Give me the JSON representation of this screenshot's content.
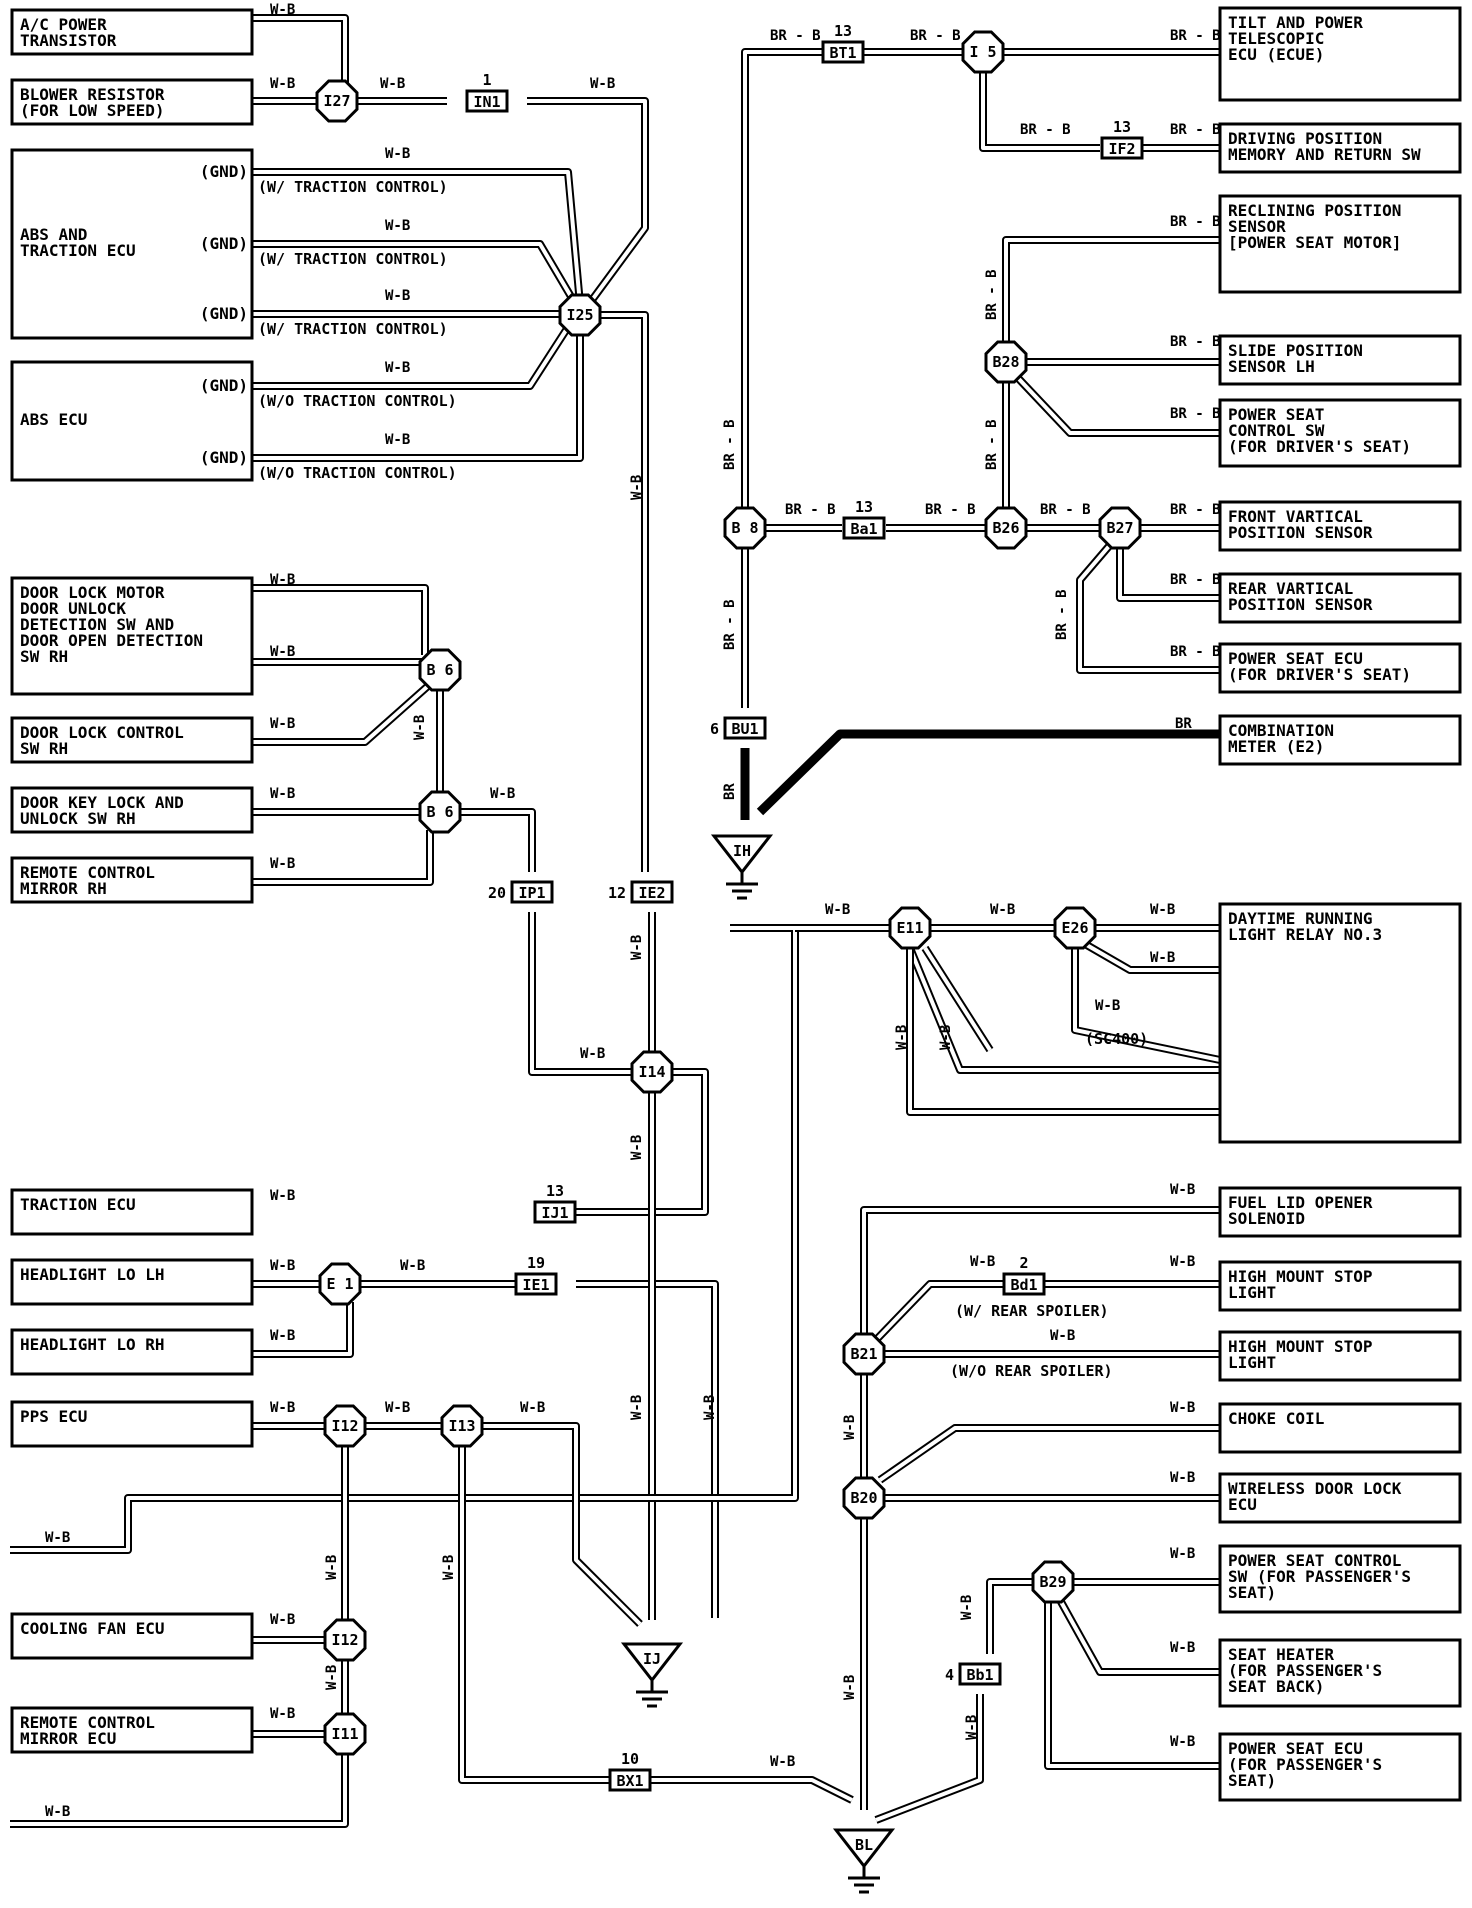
{
  "components": [
    {
      "id": "ac_power_transistor",
      "lines": [
        "A/C POWER",
        "TRANSISTOR"
      ],
      "pins": []
    },
    {
      "id": "blower_resistor",
      "lines": [
        "BLOWER RESISTOR",
        "(FOR LOW SPEED)"
      ],
      "pins": []
    },
    {
      "id": "abs_traction_ecu",
      "lines": [
        "ABS AND",
        "TRACTION ECU"
      ],
      "pins": [
        "(GND)",
        "(GND)",
        "(GND)"
      ]
    },
    {
      "id": "abs_ecu",
      "lines": [
        "ABS ECU"
      ],
      "pins": [
        "(GND)",
        "(GND)"
      ]
    },
    {
      "id": "door_lock_motor",
      "lines": [
        "DOOR LOCK MOTOR",
        "DOOR UNLOCK",
        "DETECTION SW AND",
        "DOOR OPEN DETECTION",
        "SW RH"
      ],
      "pins": []
    },
    {
      "id": "door_lock_control_sw",
      "lines": [
        "DOOR LOCK CONTROL",
        "SW RH"
      ],
      "pins": []
    },
    {
      "id": "door_key_lock_sw",
      "lines": [
        "DOOR KEY LOCK AND",
        "UNLOCK SW RH"
      ],
      "pins": []
    },
    {
      "id": "remote_control_mirror_rh",
      "lines": [
        "REMOTE CONTROL",
        "MIRROR RH"
      ],
      "pins": []
    },
    {
      "id": "traction_ecu",
      "lines": [
        "TRACTION ECU"
      ],
      "pins": []
    },
    {
      "id": "headlight_lo_lh",
      "lines": [
        "HEADLIGHT LO LH"
      ],
      "pins": []
    },
    {
      "id": "headlight_lo_rh",
      "lines": [
        "HEADLIGHT LO RH"
      ],
      "pins": []
    },
    {
      "id": "pps_ecu",
      "lines": [
        "PPS ECU"
      ],
      "pins": []
    },
    {
      "id": "cooling_fan_ecu",
      "lines": [
        "COOLING FAN ECU"
      ],
      "pins": []
    },
    {
      "id": "remote_control_mirror_ecu",
      "lines": [
        "REMOTE CONTROL",
        "MIRROR ECU"
      ],
      "pins": []
    },
    {
      "id": "tilt_telescopic_ecu",
      "lines": [
        "TILT AND POWER",
        "TELESCOPIC",
        "ECU (ECUE)"
      ],
      "pins": []
    },
    {
      "id": "driving_position_memory",
      "lines": [
        "DRIVING POSITION",
        "MEMORY AND RETURN SW"
      ],
      "pins": []
    },
    {
      "id": "reclining_position_sensor",
      "lines": [
        "RECLINING POSITION",
        "SENSOR",
        "[POWER SEAT MOTOR]"
      ],
      "pins": []
    },
    {
      "id": "slide_position_sensor",
      "lines": [
        "SLIDE POSITION",
        "SENSOR LH"
      ],
      "pins": []
    },
    {
      "id": "power_seat_control_sw_driver",
      "lines": [
        "POWER SEAT",
        "CONTROL SW",
        "(FOR DRIVER'S SEAT)"
      ],
      "pins": []
    },
    {
      "id": "front_vertical_sensor",
      "lines": [
        "FRONT VARTICAL",
        "POSITION SENSOR"
      ],
      "pins": []
    },
    {
      "id": "rear_vertical_sensor",
      "lines": [
        "REAR VARTICAL",
        "POSITION SENSOR"
      ],
      "pins": []
    },
    {
      "id": "power_seat_ecu_driver",
      "lines": [
        "POWER SEAT ECU",
        "(FOR DRIVER'S SEAT)"
      ],
      "pins": []
    },
    {
      "id": "combination_meter",
      "lines": [
        "COMBINATION",
        "METER (E2)"
      ],
      "pins": []
    },
    {
      "id": "drl_relay",
      "lines": [
        "DAYTIME RUNNING",
        "LIGHT RELAY NO.3"
      ],
      "pins": []
    },
    {
      "id": "fuel_lid_opener",
      "lines": [
        "FUEL LID OPENER",
        "SOLENOID"
      ],
      "pins": []
    },
    {
      "id": "high_mount_stop_1",
      "lines": [
        "HIGH MOUNT STOP",
        "LIGHT"
      ],
      "pins": []
    },
    {
      "id": "high_mount_stop_2",
      "lines": [
        "HIGH MOUNT STOP",
        "LIGHT"
      ],
      "pins": []
    },
    {
      "id": "choke_coil",
      "lines": [
        "CHOKE COIL"
      ],
      "pins": []
    },
    {
      "id": "wireless_door_lock",
      "lines": [
        "WIRELESS DOOR LOCK",
        "ECU"
      ],
      "pins": []
    },
    {
      "id": "power_seat_control_sw_pass",
      "lines": [
        "POWER SEAT CONTROL",
        "SW (FOR PASSENGER'S",
        "SEAT)"
      ],
      "pins": []
    },
    {
      "id": "seat_heater_pass",
      "lines": [
        "SEAT HEATER",
        "(FOR PASSENGER'S",
        " SEAT BACK)"
      ],
      "pins": []
    },
    {
      "id": "power_seat_ecu_pass",
      "lines": [
        "POWER SEAT ECU",
        "(FOR PASSENGER'S",
        " SEAT)"
      ],
      "pins": []
    }
  ],
  "junctions": [
    "I27",
    "I25",
    "B 6",
    "B 6",
    "I14",
    "E 1",
    "I12",
    "I13",
    "I12",
    "I11",
    "I 5",
    "B28",
    "B 8",
    "B26",
    "B27",
    "E11",
    "E26",
    "B21",
    "B20",
    "B29"
  ],
  "connectors": [
    {
      "code": "IN1",
      "pin": "1"
    },
    {
      "code": "IP1",
      "pin": "20"
    },
    {
      "code": "IE2",
      "pin": "12"
    },
    {
      "code": "IJ1",
      "pin": "13"
    },
    {
      "code": "IE1",
      "pin": "19"
    },
    {
      "code": "BX1",
      "pin": "10"
    },
    {
      "code": "BT1",
      "pin": "13"
    },
    {
      "code": "IF2",
      "pin": "13"
    },
    {
      "code": "Ba1",
      "pin": "13"
    },
    {
      "code": "BU1",
      "pin": "6"
    },
    {
      "code": "Bd1",
      "pin": "2"
    },
    {
      "code": "Bb1",
      "pin": "4"
    }
  ],
  "grounds": [
    "IH",
    "IJ",
    "BL"
  ],
  "wire_labels": {
    "wb": "W-B",
    "brb": "BR - B",
    "br": "BR"
  },
  "notes": {
    "with_tc": "(W/ TRACTION CONTROL)",
    "without_tc": "(W/O TRACTION CONTROL)",
    "sc400": "(SC400)",
    "with_spoiler": "(W/ REAR SPOILER)",
    "without_spoiler": "(W/O REAR SPOILER)"
  }
}
